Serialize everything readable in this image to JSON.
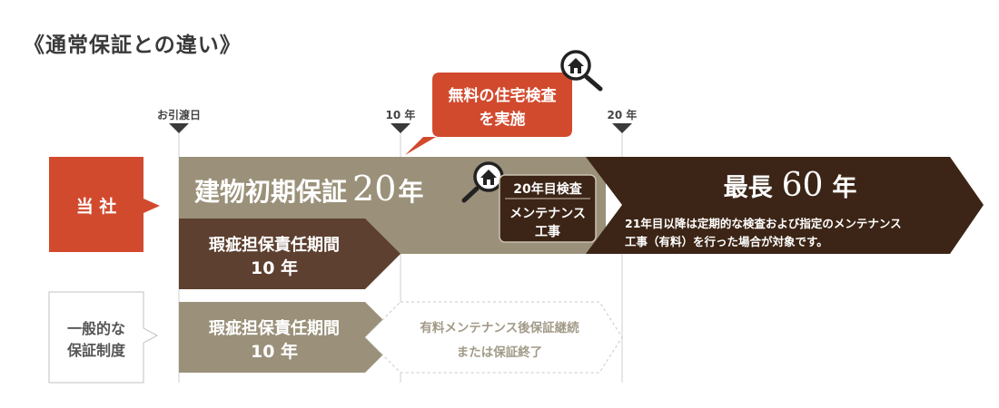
{
  "title": "《通常保証との違い》",
  "timeline": {
    "handover": "お引渡日",
    "year10": "10 年",
    "year20": "20 年"
  },
  "callout": {
    "line1": "無料の住宅検査",
    "line2": "を実施"
  },
  "rows": {
    "company": "当 社",
    "general_line1": "一般的な",
    "general_line2": "保証制度"
  },
  "company": {
    "initial_warranty_text": "建物初期保証",
    "initial_warranty_number": "20",
    "initial_warranty_unit": "年",
    "defect_line1": "瑕疵担保責任期間",
    "defect_line2": "10 年",
    "inspection_20_line1": "20年目検査",
    "inspection_20_line2": "メンテナンス",
    "inspection_20_line3": "工事",
    "max_text": "最長",
    "max_number": "60",
    "max_unit": "年",
    "note_line1": "21年目以降は定期的な検査および指定のメンテナンス",
    "note_line2": "工事（有料）を行った場合が対象です。"
  },
  "general": {
    "defect_line1": "瑕疵担保責任期間",
    "defect_line2": "10 年",
    "after_line1": "有料メンテナンス後保証継続",
    "after_line2": "または保証終了"
  },
  "colors": {
    "accent_red": "#d24a2e",
    "khaki": "#9b917a",
    "brown": "#5d4030",
    "dark_brown": "#3c2516"
  }
}
